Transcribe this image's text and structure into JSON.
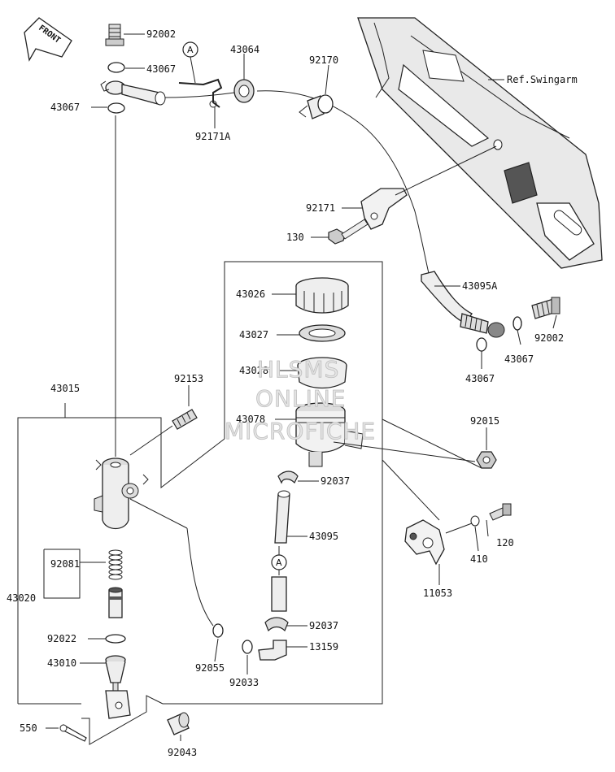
{
  "diagram": {
    "front_label": "FRONT",
    "ref_label": "Ref.Swingarm",
    "watermark": [
      "HLSMS",
      "ONLINE",
      "MICROFICHE"
    ],
    "circle_marker": "A",
    "part_numbers": {
      "p92002_top": "92002",
      "p43067_top": "43067",
      "p43064": "43064",
      "p92170": "92170",
      "p43067_left": "43067",
      "p92171A": "92171A",
      "p92171": "92171",
      "p130": "130",
      "p43095A": "43095A",
      "p92002_right": "92002",
      "p43067_right": "43067",
      "p43067_lower": "43067",
      "p43026": "43026",
      "p43027": "43027",
      "p43028": "43028",
      "p43078": "43078",
      "p43015": "43015",
      "p92153": "92153",
      "p92015": "92015",
      "p92037_top": "92037",
      "p43095": "43095",
      "p120": "120",
      "p410": "410",
      "p11053": "11053",
      "p92081": "92081",
      "p43020": "43020",
      "p92037_low": "92037",
      "p92022": "92022",
      "p13159": "13159",
      "p92055": "92055",
      "p92033": "92033",
      "p43010": "43010",
      "p550": "550",
      "p92043": "92043"
    }
  }
}
